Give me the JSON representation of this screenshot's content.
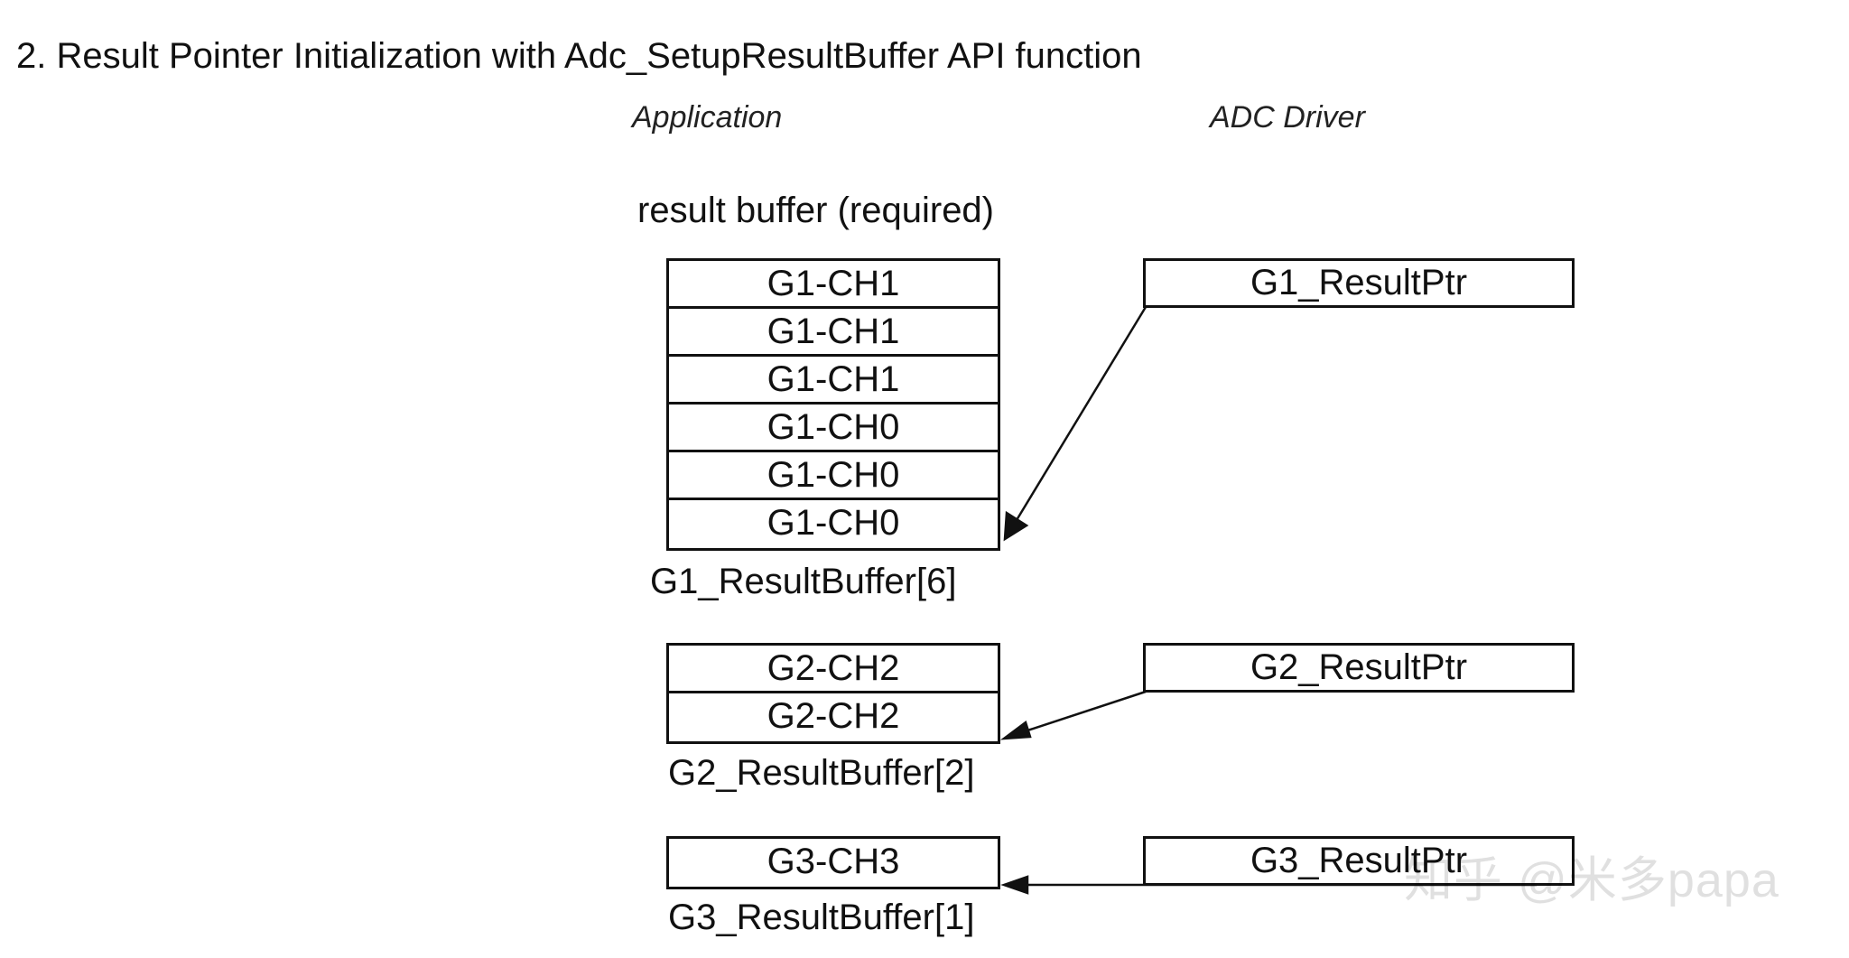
{
  "heading": "2. Result Pointer Initialization with Adc_SetupResultBuffer API function",
  "columns": {
    "application": "Application",
    "driver": "ADC Driver"
  },
  "subtitle": "result buffer (required)",
  "groups": [
    {
      "cells": [
        "G1-CH1",
        "G1-CH1",
        "G1-CH1",
        "G1-CH0",
        "G1-CH0",
        "G1-CH0"
      ],
      "buffer_label": "G1_ResultBuffer[6]",
      "pointer": "G1_ResultPtr"
    },
    {
      "cells": [
        "G2-CH2",
        "G2-CH2"
      ],
      "buffer_label": "G2_ResultBuffer[2]",
      "pointer": "G2_ResultPtr"
    },
    {
      "cells": [
        "G3-CH3"
      ],
      "buffer_label": "G3_ResultBuffer[1]",
      "pointer": "G3_ResultPtr"
    }
  ],
  "watermark": "知乎 @米多papa"
}
